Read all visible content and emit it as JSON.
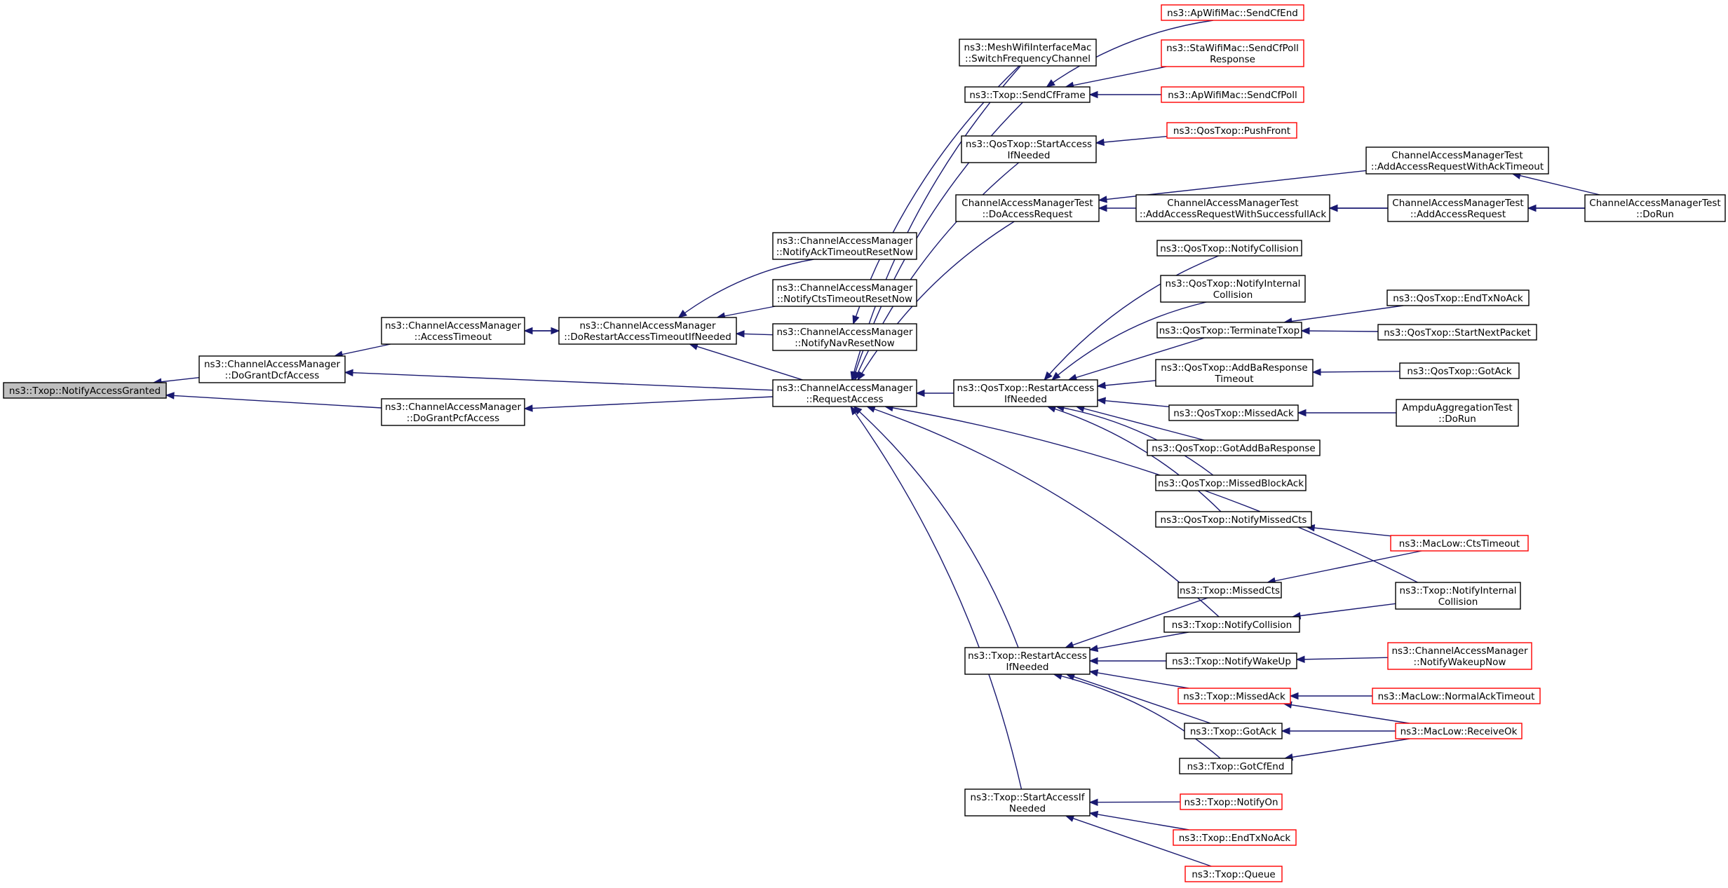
{
  "colors": {
    "edge": "#191970",
    "node_border": "#000000",
    "node_border_truncated": "#ff0000",
    "root_fill": "#bfbfbf",
    "node_fill": "#ffffff"
  },
  "nodes": [
    {
      "id": "root",
      "lines": [
        "ns3::Txop::NotifyAccessGranted"
      ],
      "style": "root"
    },
    {
      "id": "dgdcf",
      "lines": [
        "ns3::ChannelAccessManager",
        "::DoGrantDcfAccess"
      ],
      "style": "normal"
    },
    {
      "id": "dgpcf",
      "lines": [
        "ns3::ChannelAccessManager",
        "::DoGrantPcfAccess"
      ],
      "style": "normal"
    },
    {
      "id": "acct",
      "lines": [
        "ns3::ChannelAccessManager",
        "::AccessTimeout"
      ],
      "style": "normal"
    },
    {
      "id": "drat",
      "lines": [
        "ns3::ChannelAccessManager",
        "::DoRestartAccessTimeoutIfNeeded"
      ],
      "style": "normal"
    },
    {
      "id": "reqacc",
      "lines": [
        "ns3::ChannelAccessManager",
        "::RequestAccess"
      ],
      "style": "normal"
    },
    {
      "id": "nackt",
      "lines": [
        "ns3::ChannelAccessManager",
        "::NotifyAckTimeoutResetNow"
      ],
      "style": "normal"
    },
    {
      "id": "nctst",
      "lines": [
        "ns3::ChannelAccessManager",
        "::NotifyCtsTimeoutResetNow"
      ],
      "style": "normal"
    },
    {
      "id": "nnav",
      "lines": [
        "ns3::ChannelAccessManager",
        "::NotifyNavResetNow"
      ],
      "style": "normal"
    },
    {
      "id": "mwifi",
      "lines": [
        "ns3::MeshWifiInterfaceMac",
        "::SwitchFrequencyChannel"
      ],
      "style": "normal"
    },
    {
      "id": "sendcf",
      "lines": [
        "ns3::Txop::SendCfFrame"
      ],
      "style": "normal"
    },
    {
      "id": "qstart",
      "lines": [
        "ns3::QosTxop::StartAccess",
        "IfNeeded"
      ],
      "style": "normal"
    },
    {
      "id": "camdoacc",
      "lines": [
        "ChannelAccessManagerTest",
        "::DoAccessRequest"
      ],
      "style": "normal"
    },
    {
      "id": "qrestart",
      "lines": [
        "ns3::QosTxop::RestartAccess",
        "IfNeeded"
      ],
      "style": "normal"
    },
    {
      "id": "trestart",
      "lines": [
        "ns3::Txop::RestartAccess",
        "IfNeeded"
      ],
      "style": "normal"
    },
    {
      "id": "tstart",
      "lines": [
        "ns3::Txop::StartAccessIf",
        "Needed"
      ],
      "style": "normal"
    },
    {
      "id": "apcfend",
      "lines": [
        "ns3::ApWifiMac::SendCfEnd"
      ],
      "style": "truncated"
    },
    {
      "id": "stacfpoll",
      "lines": [
        "ns3::StaWifiMac::SendCfPoll",
        "Response"
      ],
      "style": "truncated"
    },
    {
      "id": "apcfpoll",
      "lines": [
        "ns3::ApWifiMac::SendCfPoll"
      ],
      "style": "truncated"
    },
    {
      "id": "qpushfront",
      "lines": [
        "ns3::QosTxop::PushFront"
      ],
      "style": "truncated"
    },
    {
      "id": "camsucc",
      "lines": [
        "ChannelAccessManagerTest",
        "::AddAccessRequestWithSuccessfullAck"
      ],
      "style": "normal"
    },
    {
      "id": "camacktmo",
      "lines": [
        "ChannelAccessManagerTest",
        "::AddAccessRequestWithAckTimeout"
      ],
      "style": "normal"
    },
    {
      "id": "camadd",
      "lines": [
        "ChannelAccessManagerTest",
        "::AddAccessRequest"
      ],
      "style": "normal"
    },
    {
      "id": "camdorun",
      "lines": [
        "ChannelAccessManagerTest",
        "::DoRun"
      ],
      "style": "normal"
    },
    {
      "id": "qnotcoll",
      "lines": [
        "ns3::QosTxop::NotifyCollision"
      ],
      "style": "normal"
    },
    {
      "id": "qnotint",
      "lines": [
        "ns3::QosTxop::NotifyInternal",
        "Collision"
      ],
      "style": "normal"
    },
    {
      "id": "qterm",
      "lines": [
        "ns3::QosTxop::TerminateTxop"
      ],
      "style": "normal"
    },
    {
      "id": "qaddba",
      "lines": [
        "ns3::QosTxop::AddBaResponse",
        "Timeout"
      ],
      "style": "normal"
    },
    {
      "id": "qmissack",
      "lines": [
        "ns3::QosTxop::MissedAck"
      ],
      "style": "normal"
    },
    {
      "id": "qgotaddba",
      "lines": [
        "ns3::QosTxop::GotAddBaResponse"
      ],
      "style": "normal"
    },
    {
      "id": "qmissblk",
      "lines": [
        "ns3::QosTxop::MissedBlockAck"
      ],
      "style": "normal"
    },
    {
      "id": "qnotmisscts",
      "lines": [
        "ns3::QosTxop::NotifyMissedCts"
      ],
      "style": "normal"
    },
    {
      "id": "qendtx",
      "lines": [
        "ns3::QosTxop::EndTxNoAck"
      ],
      "style": "normal"
    },
    {
      "id": "qstartnext",
      "lines": [
        "ns3::QosTxop::StartNextPacket"
      ],
      "style": "normal"
    },
    {
      "id": "qgotack",
      "lines": [
        "ns3::QosTxop::GotAck"
      ],
      "style": "normal"
    },
    {
      "id": "ampdu",
      "lines": [
        "AmpduAggregationTest",
        "::DoRun"
      ],
      "style": "normal"
    },
    {
      "id": "macctsto",
      "lines": [
        "ns3::MacLow::CtsTimeout"
      ],
      "style": "truncated"
    },
    {
      "id": "tmisscts",
      "lines": [
        "ns3::Txop::MissedCts"
      ],
      "style": "normal"
    },
    {
      "id": "tnotint",
      "lines": [
        "ns3::Txop::NotifyInternal",
        "Collision"
      ],
      "style": "normal"
    },
    {
      "id": "tnotcoll",
      "lines": [
        "ns3::Txop::NotifyCollision"
      ],
      "style": "normal"
    },
    {
      "id": "tnotwake",
      "lines": [
        "ns3::Txop::NotifyWakeUp"
      ],
      "style": "normal"
    },
    {
      "id": "camwake",
      "lines": [
        "ns3::ChannelAccessManager",
        "::NotifyWakeupNow"
      ],
      "style": "truncated"
    },
    {
      "id": "tmissack",
      "lines": [
        "ns3::Txop::MissedAck"
      ],
      "style": "truncated"
    },
    {
      "id": "macnormack",
      "lines": [
        "ns3::MacLow::NormalAckTimeout"
      ],
      "style": "truncated"
    },
    {
      "id": "tgotack",
      "lines": [
        "ns3::Txop::GotAck"
      ],
      "style": "normal"
    },
    {
      "id": "macrecv",
      "lines": [
        "ns3::MacLow::ReceiveOk"
      ],
      "style": "truncated"
    },
    {
      "id": "tgotcfend",
      "lines": [
        "ns3::Txop::GotCfEnd"
      ],
      "style": "normal"
    },
    {
      "id": "tnoton",
      "lines": [
        "ns3::Txop::NotifyOn"
      ],
      "style": "truncated"
    },
    {
      "id": "tendtx",
      "lines": [
        "ns3::Txop::EndTxNoAck"
      ],
      "style": "truncated"
    },
    {
      "id": "tqueue",
      "lines": [
        "ns3::Txop::Queue"
      ],
      "style": "truncated"
    }
  ],
  "edges": [
    [
      "dgdcf",
      "root"
    ],
    [
      "dgpcf",
      "root"
    ],
    [
      "acct",
      "dgdcf"
    ],
    [
      "reqacc",
      "dgdcf"
    ],
    [
      "reqacc",
      "dgpcf"
    ],
    [
      "drat",
      "acct"
    ],
    [
      "acct",
      "drat"
    ],
    [
      "reqacc",
      "drat"
    ],
    [
      "nackt",
      "drat"
    ],
    [
      "nctst",
      "drat"
    ],
    [
      "nnav",
      "drat"
    ],
    [
      "mwifi",
      "reqacc"
    ],
    [
      "sendcf",
      "reqacc"
    ],
    [
      "qstart",
      "reqacc"
    ],
    [
      "camdoacc",
      "reqacc"
    ],
    [
      "qrestart",
      "reqacc"
    ],
    [
      "trestart",
      "reqacc"
    ],
    [
      "tstart",
      "reqacc"
    ],
    [
      "tnotcoll",
      "reqacc"
    ],
    [
      "tnotint",
      "reqacc"
    ],
    [
      "mwifi",
      "nnav"
    ],
    [
      "apcfend",
      "sendcf"
    ],
    [
      "stacfpoll",
      "sendcf"
    ],
    [
      "apcfpoll",
      "sendcf"
    ],
    [
      "qpushfront",
      "qstart"
    ],
    [
      "camsucc",
      "camdoacc"
    ],
    [
      "camacktmo",
      "camdoacc"
    ],
    [
      "camadd",
      "camsucc"
    ],
    [
      "camdorun",
      "camsucc"
    ],
    [
      "camdorun",
      "camadd"
    ],
    [
      "camdorun",
      "camacktmo"
    ],
    [
      "qnotcoll",
      "qrestart"
    ],
    [
      "qnotint",
      "qrestart"
    ],
    [
      "qterm",
      "qrestart"
    ],
    [
      "qaddba",
      "qrestart"
    ],
    [
      "qmissack",
      "qrestart"
    ],
    [
      "qgotaddba",
      "qrestart"
    ],
    [
      "qmissblk",
      "qrestart"
    ],
    [
      "qnotmisscts",
      "qrestart"
    ],
    [
      "qendtx",
      "qterm"
    ],
    [
      "qstartnext",
      "qterm"
    ],
    [
      "qgotack",
      "qaddba"
    ],
    [
      "ampdu",
      "qmissack"
    ],
    [
      "macctsto",
      "qnotmisscts"
    ],
    [
      "tmisscts",
      "trestart"
    ],
    [
      "tnotcoll",
      "trestart"
    ],
    [
      "tnotwake",
      "trestart"
    ],
    [
      "tmissack",
      "trestart"
    ],
    [
      "tgotack",
      "trestart"
    ],
    [
      "tgotcfend",
      "trestart"
    ],
    [
      "macctsto",
      "tmisscts"
    ],
    [
      "camwake",
      "tnotwake"
    ],
    [
      "tnotint",
      "tnotcoll"
    ],
    [
      "macnormack",
      "tmissack"
    ],
    [
      "macrecv",
      "tmissack"
    ],
    [
      "macrecv",
      "tgotack"
    ],
    [
      "macrecv",
      "tgotcfend"
    ],
    [
      "tnoton",
      "tstart"
    ],
    [
      "tendtx",
      "tstart"
    ],
    [
      "tqueue",
      "tstart"
    ]
  ]
}
